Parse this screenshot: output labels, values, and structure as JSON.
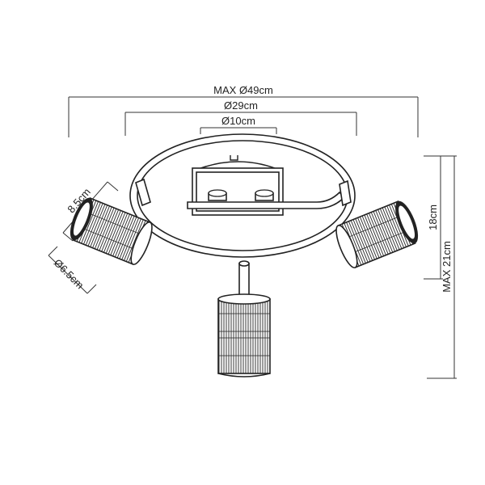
{
  "dimensions": {
    "max_diameter": "MAX Ø49cm",
    "ring_diameter": "Ø29cm",
    "plate_diameter": "Ø10cm",
    "spot_length": "8.5cm",
    "spot_diameter": "Ø6.5cm",
    "height": "18cm",
    "max_height": "MAX 21cm"
  }
}
